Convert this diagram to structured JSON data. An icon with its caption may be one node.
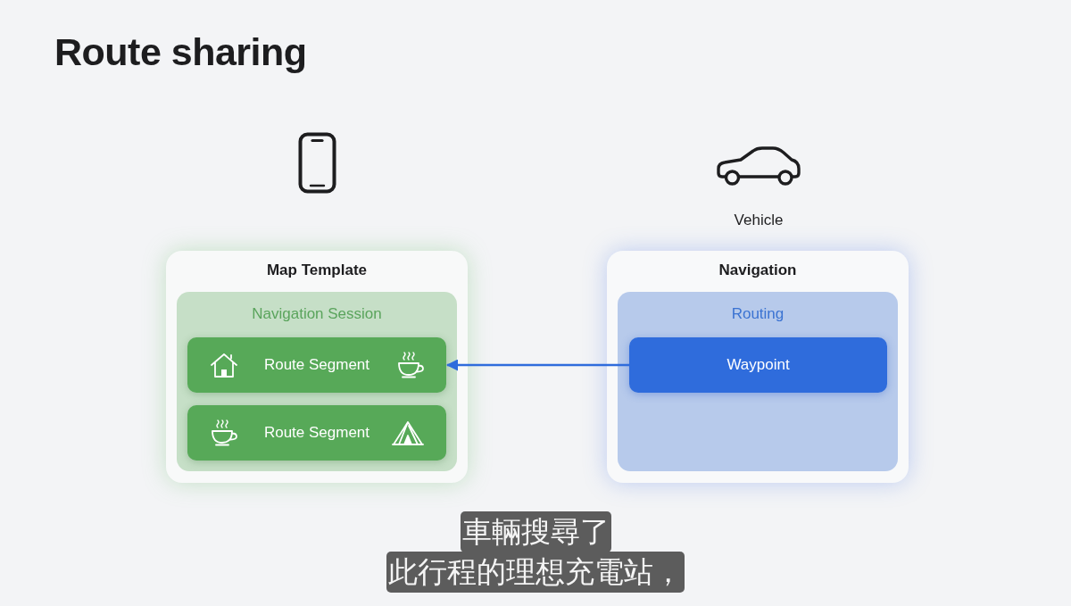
{
  "diagram": {
    "title": "Route sharing",
    "nodes": [
      {
        "text": [
          "Map Template"
        ]
      },
      {
        "text": [
          "Navigation Session"
        ],
        "in": 0
      },
      {
        "text": [
          "Route Segment"
        ],
        "in": 1
      },
      {
        "text": [
          "Route Segment"
        ],
        "in": 1
      },
      {
        "text": [
          "Navigation"
        ]
      },
      {
        "text": [
          "Routing"
        ],
        "in": 4
      },
      {
        "text": [
          "Waypoint"
        ],
        "in": 5
      }
    ],
    "edges": [
      {
        "from": 6,
        "to": 2,
        "arrow": "to"
      }
    ],
    "labels": [
      "Vehicle",
      "車輛搜尋了",
      "此行程的理想充電站，"
    ]
  }
}
